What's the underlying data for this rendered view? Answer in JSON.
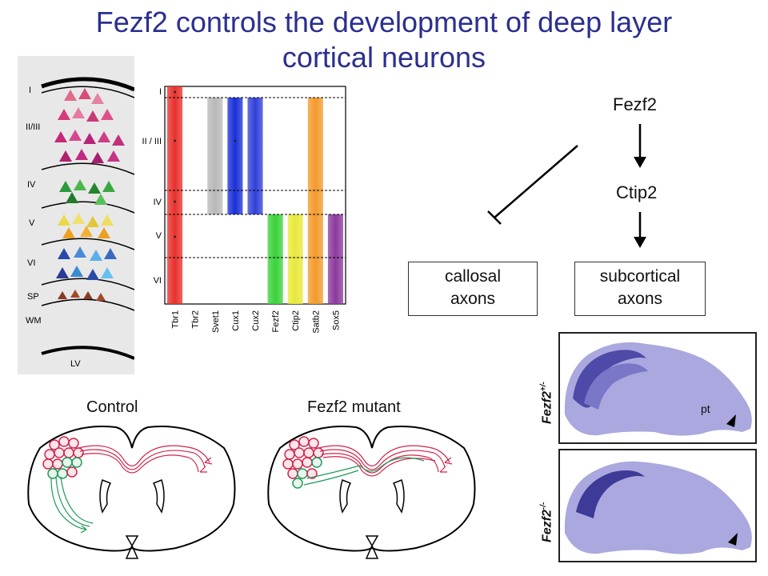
{
  "title": {
    "line1": "Fezf2 controls the development of deep layer",
    "line2": "cortical neurons"
  },
  "layer_diagram": {
    "labels": [
      "I",
      "II/III",
      "IV",
      "V",
      "VI",
      "SP",
      "WM",
      "LV"
    ]
  },
  "expression_chart": {
    "layers": [
      "I",
      "II / III",
      "IV",
      "V",
      "VI"
    ],
    "genes": [
      "Tbr1",
      "Tbr2",
      "Svet1",
      "Cux1",
      "Cux2",
      "Fezf2",
      "Ctip2",
      "Satb2",
      "Sox5"
    ],
    "colors": {
      "Tbr1": "#e8302c",
      "Svet1": "#b8b8b8",
      "Cux1": "#1a2fd8",
      "Cux2": "#3040d8",
      "Fezf2": "#39d23a",
      "Ctip2": "#e8e83a",
      "Satb2": "#f39a2b",
      "Sox5": "#8a3a9c"
    }
  },
  "pathway": {
    "top_node": "Fezf2",
    "mid_node": "Ctip2",
    "left_box_line1": "callosal",
    "left_box_line2": "axons",
    "right_box_line1": "subcortical",
    "right_box_line2": "axons"
  },
  "sections": {
    "control_label": "Control",
    "mutant_label": "Fezf2 mutant"
  },
  "brain_images": {
    "top_label": "Fezf2",
    "top_sup": "+/-",
    "bottom_label": "Fezf2",
    "bottom_sup": "-/-",
    "pt_label": "pt"
  }
}
